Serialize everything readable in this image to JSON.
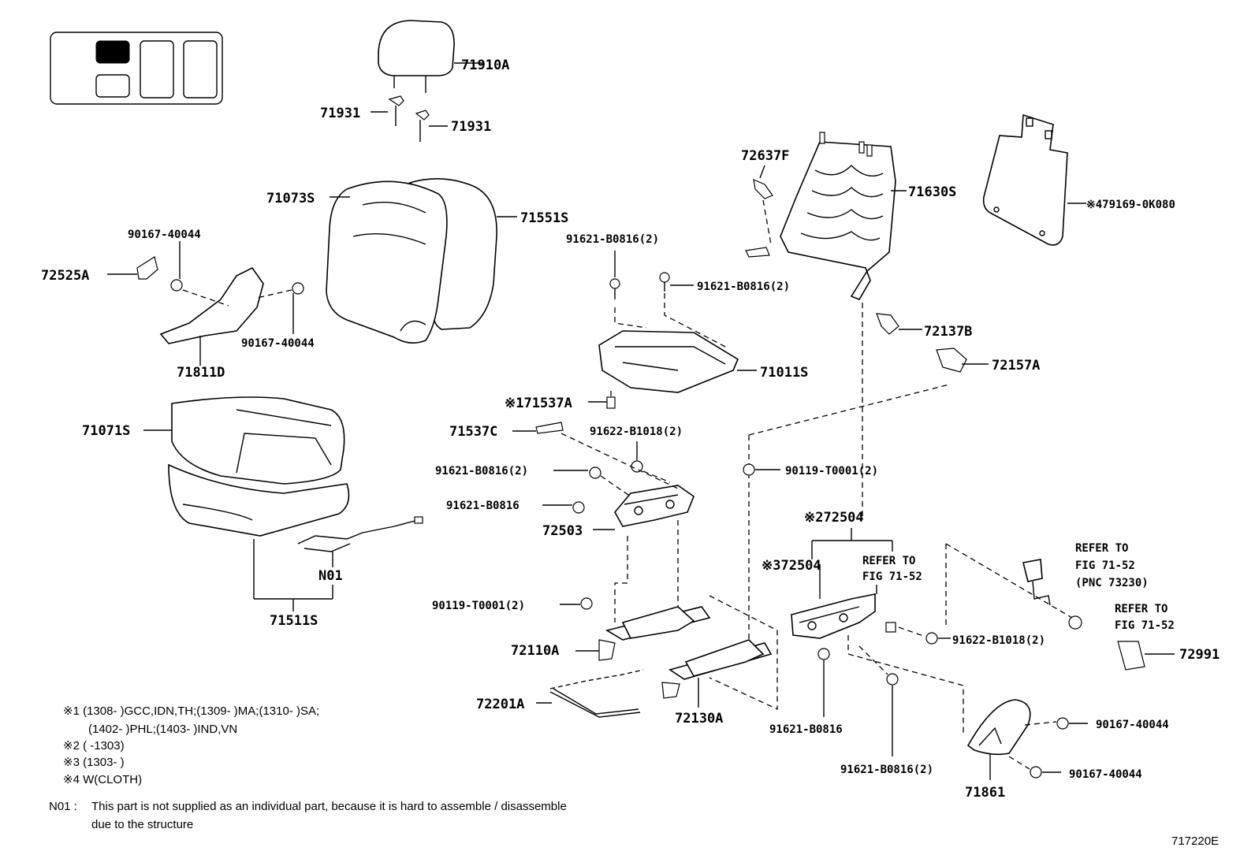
{
  "diagram_id": "717220E",
  "seat_locator": {
    "selected_position": "front-left"
  },
  "labels": {
    "l_71910A": "71910A",
    "l_71931_a": "71931",
    "l_71931_b": "71931",
    "l_71073S": "71073S",
    "l_71551S": "71551S",
    "l_90167_a": "90167-40044",
    "l_72525A": "72525A",
    "l_90167_b": "90167-40044",
    "l_71811D": "71811D",
    "l_71071S": "71071S",
    "l_N01": "N01",
    "l_71511S": "71511S",
    "l_91621_top1": "91621-B0816(2)",
    "l_91621_top2": "91621-B0816(2)",
    "l_71011S": "71011S",
    "l_71537A": "※171537A",
    "l_71537C": "71537C",
    "l_91622_mid": "91622-B1018(2)",
    "l_91621_mid": "91621-B0816(2)",
    "l_91621_single": "91621-B0816",
    "l_72503": "72503",
    "l_90119_mid": "90119-T0001(2)",
    "l_90119_left": "90119-T0001(2)",
    "l_72110A": "72110A",
    "l_72201A": "72201A",
    "l_72130A": "72130A",
    "l_72637F": "72637F",
    "l_71630S": "71630S",
    "l_479169": "※479169-0K080",
    "l_72137B": "72137B",
    "l_72157A": "72157A",
    "l_72504_2": "※272504",
    "l_72504_3": "※372504",
    "l_refer1_a": "REFER TO",
    "l_refer1_b": "FIG 71-52",
    "l_refer2_a": "REFER TO",
    "l_refer2_b": "FIG 71-52",
    "l_refer2_c": "(PNC 73230)",
    "l_refer3_a": "REFER TO",
    "l_refer3_b": "FIG 71-52",
    "l_91622_right": "91622-B1018(2)",
    "l_72991": "72991",
    "l_91621_bot1": "91621-B0816",
    "l_91621_bot2": "91621-B0816(2)",
    "l_71861": "71861",
    "l_90167_c": "90167-40044",
    "l_90167_d": "90167-40044"
  },
  "notes": {
    "n1a": "※1 (1308-        )GCC,IDN,TH;(1309-        )MA;(1310-        )SA;",
    "n1b": "(1402-        )PHL;(1403-        )IND,VN",
    "n2": "※2 (        -1303)",
    "n3": "※3 (1303-        )",
    "n4": "※4 W(CLOTH)",
    "n01_key": "N01 :",
    "n01_a": "This part is not supplied as an individual part, because it is hard to assemble / disassemble",
    "n01_b": "due to the structure"
  }
}
